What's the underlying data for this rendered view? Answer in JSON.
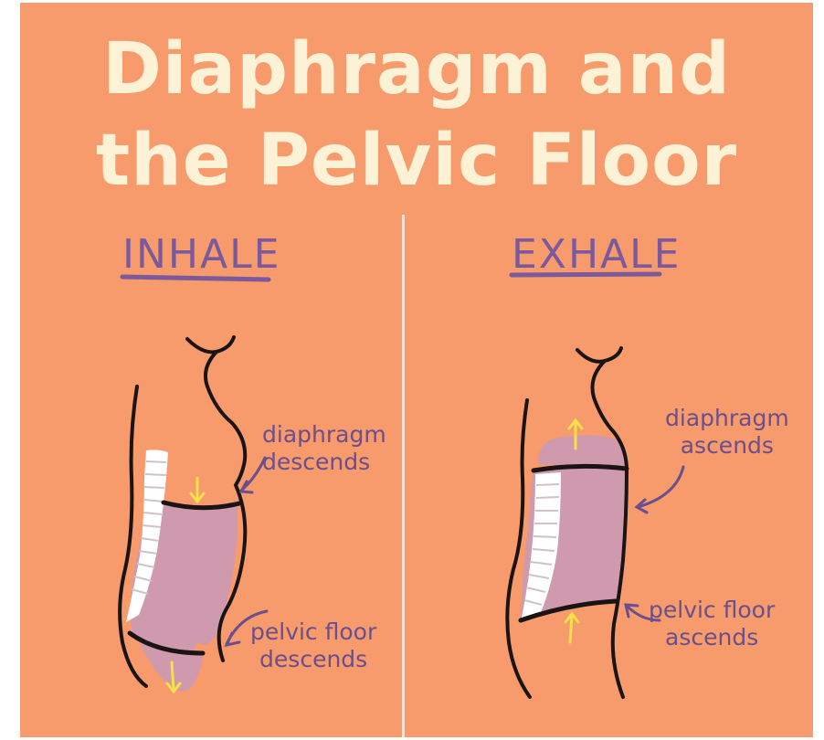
{
  "title": {
    "line1": "Diaphragm and",
    "line2": "the Pelvic Floor"
  },
  "panels": {
    "inhale": {
      "heading": "INHALE",
      "diaphragm_label": [
        "diaphragm",
        "descends"
      ],
      "pelvic_label": [
        "pelvic floor",
        "descends"
      ]
    },
    "exhale": {
      "heading": "EXHALE",
      "diaphragm_label": [
        "diaphragm",
        "ascends"
      ],
      "pelvic_label": [
        "pelvic floor",
        "ascends"
      ]
    }
  },
  "colors": {
    "background": "#f79a6c",
    "title_text": "#fdf2d6",
    "heading_purple": "#7a5a9c",
    "cavity": "#cf9aae",
    "arrow_yellow": "#f6e14a",
    "outline": "#1a1414"
  }
}
